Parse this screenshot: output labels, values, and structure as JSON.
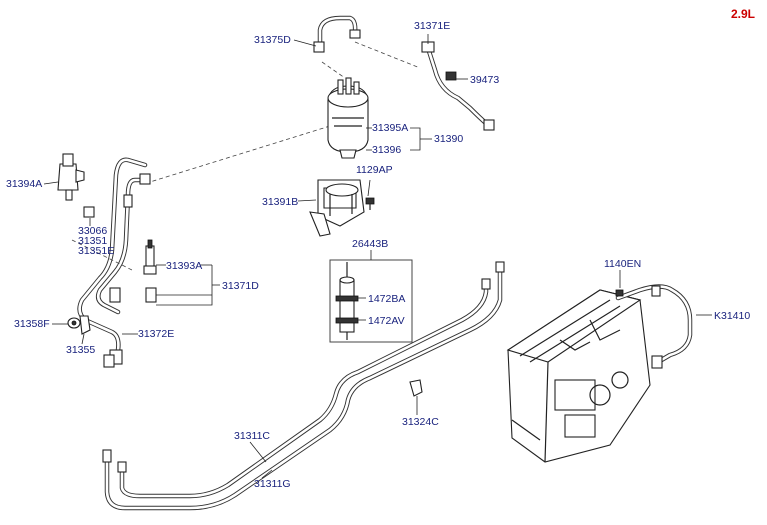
{
  "variant": "2.9L",
  "labels": {
    "p31375D": "31375D",
    "p31371E": "31371E",
    "p39473": "39473",
    "p31395A": "31395A",
    "p31390": "31390",
    "p31396": "31396",
    "p31394A": "31394A",
    "p1129AP": "1129AP",
    "p31391B": "31391B",
    "p33066": "33066",
    "p31351": "31351",
    "p31351E": "31351E",
    "p26443B": "26443B",
    "p31393A": "31393A",
    "p31371D": "31371D",
    "p1472BA": "1472BA",
    "p1472AV": "1472AV",
    "p1140EN": "1140EN",
    "pK31410": "K31410",
    "p31358F": "31358F",
    "p31372E": "31372E",
    "p31355": "31355",
    "p31324C": "31324C",
    "p31311C": "31311C",
    "p31311G": "31311G"
  }
}
